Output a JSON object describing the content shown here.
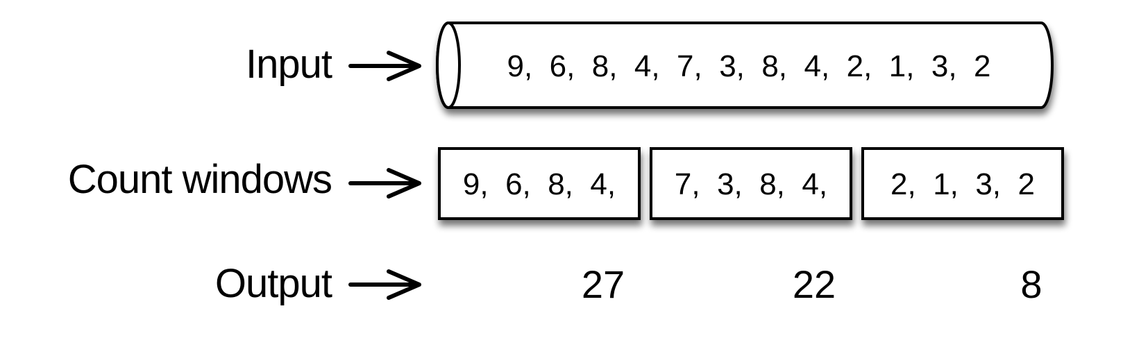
{
  "rows": {
    "input_label": "Input",
    "count_label": "Count windows",
    "output_label": "Output"
  },
  "input_stream": "9,  6,  8,  4,  7,  3,  8,  4,  2,  1,  3,  2",
  "windows": [
    {
      "values": "9,  6,  8,  4,",
      "output": "27"
    },
    {
      "values": "7,  3,  8,  4,",
      "output": "22"
    },
    {
      "values": "2,  1,  3,  2",
      "output": "8"
    }
  ],
  "colors": {
    "stroke": "#000000",
    "fill": "#ffffff",
    "shadow": "#9a9a9a"
  },
  "icons": [
    "right-arrow-icon"
  ]
}
